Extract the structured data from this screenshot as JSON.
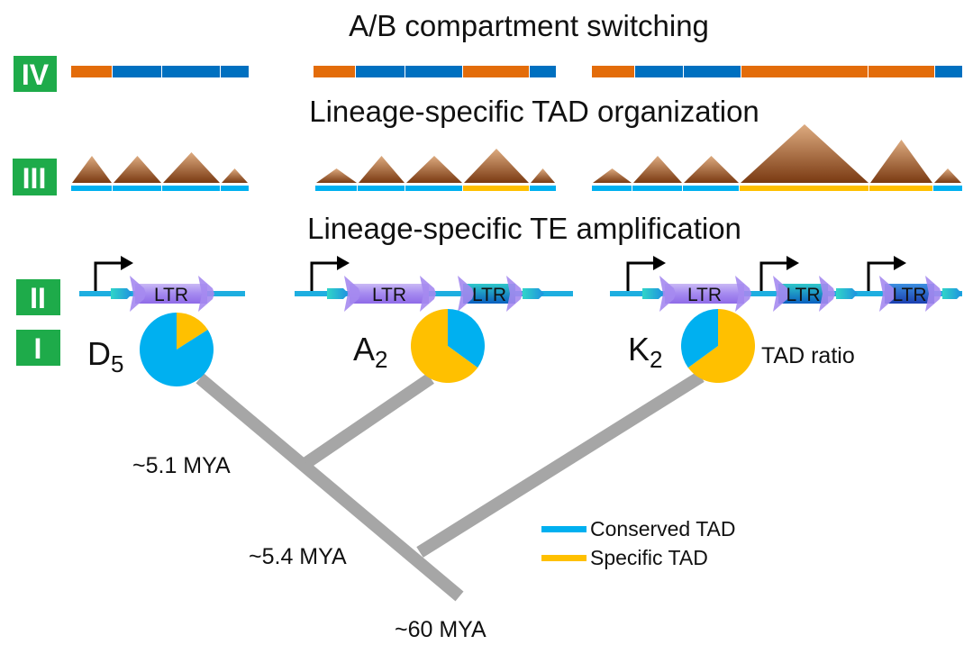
{
  "titles": {
    "row4": "A/B compartment switching",
    "row3": "Lineage-specific TAD organization",
    "row2": "Lineage-specific TE amplification"
  },
  "badges": [
    "IV",
    "III",
    "II",
    "I"
  ],
  "colors": {
    "compartment_A": "#E36C0A",
    "compartment_B": "#0070C0",
    "conserved": "#00B0F0",
    "specific": "#FFC000",
    "badge": "#1EAB4A",
    "tree": "#A6A6A6",
    "tad_top": "#D9A57A",
    "tad_bottom": "#7A3A12"
  },
  "compartments": [
    [
      "A",
      "B",
      "B",
      "B"
    ],
    [
      "A",
      "B",
      "B",
      "A",
      "B"
    ],
    [
      "A",
      "B",
      "B",
      "A",
      "A",
      "B"
    ]
  ],
  "tads": [
    [
      {
        "type": "conserved",
        "size": "medium"
      },
      {
        "type": "conserved",
        "size": "medium"
      },
      {
        "type": "conserved",
        "size": "medium"
      },
      {
        "type": "conserved",
        "size": "small"
      }
    ],
    [
      {
        "type": "conserved",
        "size": "small"
      },
      {
        "type": "conserved",
        "size": "medium"
      },
      {
        "type": "conserved",
        "size": "medium"
      },
      {
        "type": "specific",
        "size": "large"
      },
      {
        "type": "conserved",
        "size": "small"
      }
    ],
    [
      {
        "type": "conserved",
        "size": "small"
      },
      {
        "type": "conserved",
        "size": "medium"
      },
      {
        "type": "conserved",
        "size": "medium"
      },
      {
        "type": "specific",
        "size": "xlarge"
      },
      {
        "type": "specific",
        "size": "large"
      },
      {
        "type": "conserved",
        "size": "small"
      }
    ]
  ],
  "te_tracks": [
    {
      "species": "D5",
      "ltr_count": 1,
      "ltr_label": "LTR"
    },
    {
      "species": "A2",
      "ltr_count": 2,
      "ltr_label": "LTR"
    },
    {
      "species": "K2",
      "ltr_count": 3,
      "ltr_label": "LTR"
    }
  ],
  "species": [
    {
      "name": "D",
      "subscript": "5",
      "conserved_fraction": 0.84,
      "specific_fraction": 0.16
    },
    {
      "name": "A",
      "subscript": "2",
      "conserved_fraction": 0.35,
      "specific_fraction": 0.65
    },
    {
      "name": "K",
      "subscript": "2",
      "conserved_fraction": 0.35,
      "specific_fraction": 0.65
    }
  ],
  "pie_label": "TAD ratio",
  "divergence_times": [
    "~5.1 MYA",
    "~5.4 MYA",
    "~60 MYA"
  ],
  "legend": [
    {
      "label": "Conserved TAD",
      "color_key": "conserved"
    },
    {
      "label": "Specific TAD",
      "color_key": "specific"
    }
  ]
}
